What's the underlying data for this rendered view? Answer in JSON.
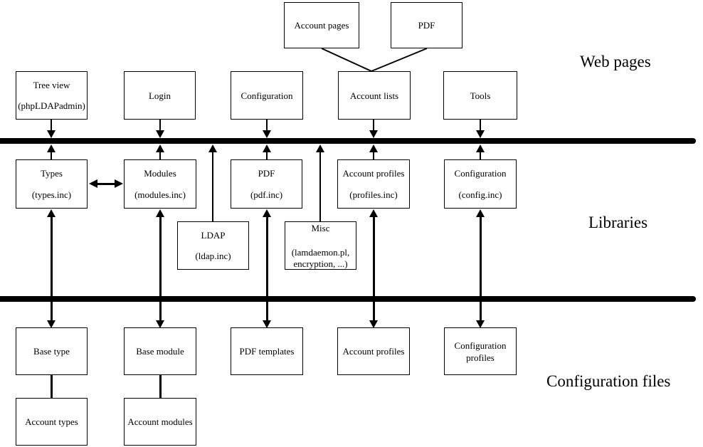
{
  "sections": {
    "web_pages": {
      "label": "Web pages"
    },
    "libraries": {
      "label": "Libraries"
    },
    "configuration_files": {
      "label": "Configuration files"
    }
  },
  "boxes": {
    "account_pages": {
      "line1": "Account pages"
    },
    "pdf_page": {
      "line1": "PDF"
    },
    "tree_view": {
      "line1": "Tree view",
      "line2": "(phpLDAPadmin)"
    },
    "login": {
      "line1": "Login"
    },
    "configuration_page": {
      "line1": "Configuration"
    },
    "account_lists": {
      "line1": "Account lists"
    },
    "tools": {
      "line1": "Tools"
    },
    "types": {
      "line1": "Types",
      "line2": "(types.inc)"
    },
    "modules": {
      "line1": "Modules",
      "line2": "(modules.inc)"
    },
    "pdf_lib": {
      "line1": "PDF",
      "line2": "(pdf.inc)"
    },
    "account_profiles_lib": {
      "line1": "Account profiles",
      "line2": "(profiles.inc)"
    },
    "configuration_lib": {
      "line1": "Configuration",
      "line2": "(config.inc)"
    },
    "ldap": {
      "line1": "LDAP",
      "line2": "(ldap.inc)"
    },
    "misc": {
      "line1": "Misc",
      "line2": "(lamdaemon.pl,",
      "line3": "encryption, ...)"
    },
    "base_type": {
      "line1": "Base type"
    },
    "base_module": {
      "line1": "Base module"
    },
    "pdf_templates": {
      "line1": "PDF templates"
    },
    "account_profiles_file": {
      "line1": "Account profiles"
    },
    "configuration_profiles": {
      "line1": "Configuration",
      "line2": "profiles"
    },
    "account_types": {
      "line1": "Account types"
    },
    "account_modules": {
      "line1": "Account modules"
    }
  },
  "colors": {
    "line": "#000000",
    "background": "#ffffff",
    "text": "#000000"
  }
}
